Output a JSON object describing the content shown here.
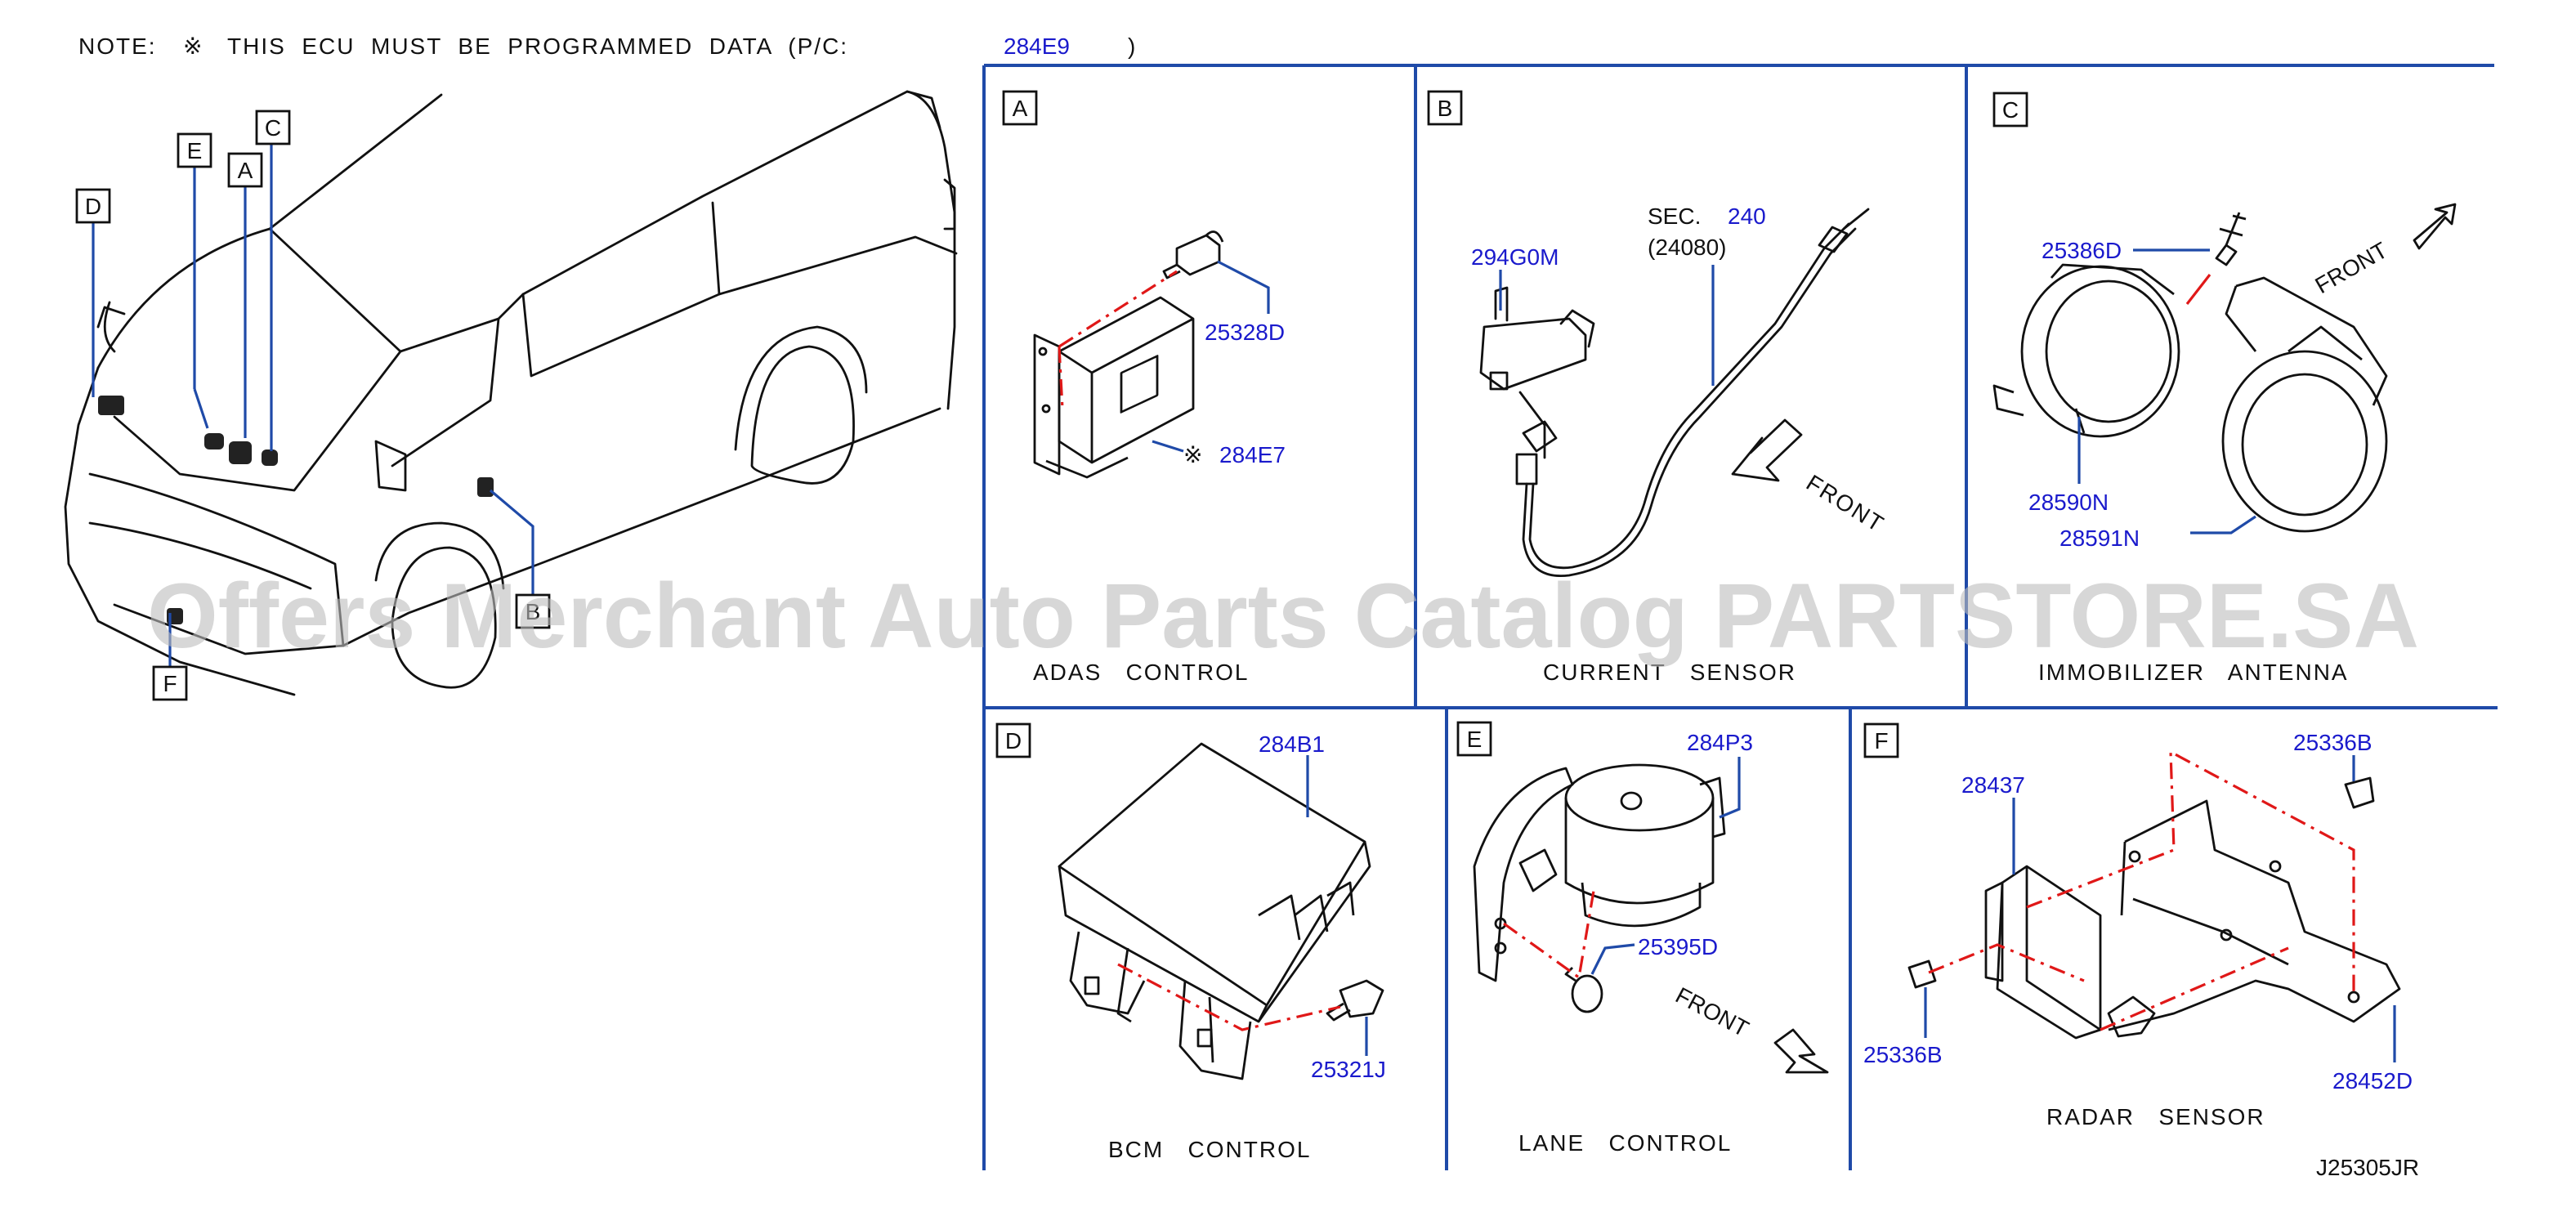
{
  "note": {
    "prefix": "NOTE:",
    "mark": "※",
    "text": "THIS  ECU  MUST  BE  PROGRAMMED  DATA  (P/C:",
    "code": "284E9",
    "suffix": ")"
  },
  "overview": {
    "callouts": [
      "A",
      "B",
      "C",
      "D",
      "E",
      "F"
    ]
  },
  "panels": {
    "a": {
      "letter": "A",
      "caption": "ADAS   CONTROL",
      "parts": {
        "bolt": "25328D",
        "unit_mark": "※",
        "unit": "284E7"
      }
    },
    "b": {
      "letter": "B",
      "caption": "CURRENT   SENSOR",
      "parts": {
        "sensor": "294G0M",
        "sec_label": "SEC.",
        "sec_num": "240",
        "sec_ref": "(24080)",
        "front": "FRONT"
      }
    },
    "c": {
      "letter": "C",
      "caption": "IMMOBILIZER   ANTENNA",
      "parts": {
        "screw": "25386D",
        "ring": "28590N",
        "antenna": "28591N",
        "front": "FRONT"
      }
    },
    "d": {
      "letter": "D",
      "caption": "BCM   CONTROL",
      "parts": {
        "module": "284B1",
        "bolt": "25321J"
      }
    },
    "e": {
      "letter": "E",
      "caption": "LANE   CONTROL",
      "parts": {
        "camera": "284P3",
        "screw": "25395D",
        "front": "FRONT"
      }
    },
    "f": {
      "letter": "F",
      "caption": "RADAR   SENSOR",
      "parts": {
        "nut_top": "25336B",
        "sensor": "28437",
        "nut_left": "25336B",
        "bracket": "28452D"
      }
    }
  },
  "diagram_code": "J25305JR",
  "watermark": "Offers Merchant Auto Parts Catalog PARTSTORE.SA",
  "colors": {
    "border": "#1f4aa8",
    "partnum": "#1a1acc",
    "leader": "#1f4aa8",
    "dashed": "#e01818",
    "ink": "#111111"
  }
}
